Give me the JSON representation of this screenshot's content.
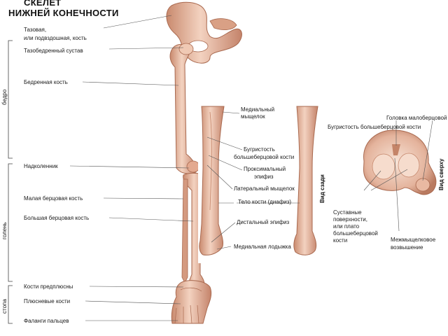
{
  "title": {
    "line1": "СКЕЛЕТ",
    "line2": "НИЖНЕЙ КОНЕЧНОСТИ"
  },
  "regions": {
    "thigh": "бедро",
    "shin": "голень",
    "foot": "стопа"
  },
  "left_labels": {
    "pelvic": "Тазовая,",
    "pelvic2": "или подвздошная, кость",
    "hip_joint": "Тазобедренный сустав",
    "femur": "Бедренная кость",
    "patella": "Надколенник",
    "fibula": "Малая берцовая кость",
    "tibia": "Большая берцовая кость",
    "tarsus": "Кости предплюсны",
    "metatarsus": "Плюсневые кости",
    "phalanges": "Фаланги пальцев"
  },
  "middle_labels": {
    "medial_condyle": "Медиальный",
    "medial_condyle2": "мыщелок",
    "tuberosity": "Бугристость",
    "tuberosity2": "большеберцовой кости",
    "proximal_epiphysis": "Проксимальный",
    "proximal_epiphysis2": "эпифиз",
    "lateral_condyle": "Латеральный мыщелок",
    "body": "Тело кости (диафиз)",
    "distal_epiphysis": "Дистальный эпифиз",
    "medial_malleolus": "Медиальная лодыжка"
  },
  "view_labels": {
    "back": "Вид сзади",
    "top": "Вид сверху"
  },
  "right_labels": {
    "fibula_head": "Головка малоберцовой",
    "tibial_tuberosity": "Бугристость большеберцовой кости",
    "articular": "Суставные",
    "articular2": "поверхности,",
    "articular3": "или плато",
    "articular4": "большеберцовой",
    "articular5": "кости",
    "intercondylar": "Межмыщелковое",
    "intercondylar2": "возвышение"
  },
  "colors": {
    "bone": "#e8b59c",
    "bone_dark": "#b9775c",
    "bone_light": "#f6dccd",
    "line": "#555555"
  }
}
